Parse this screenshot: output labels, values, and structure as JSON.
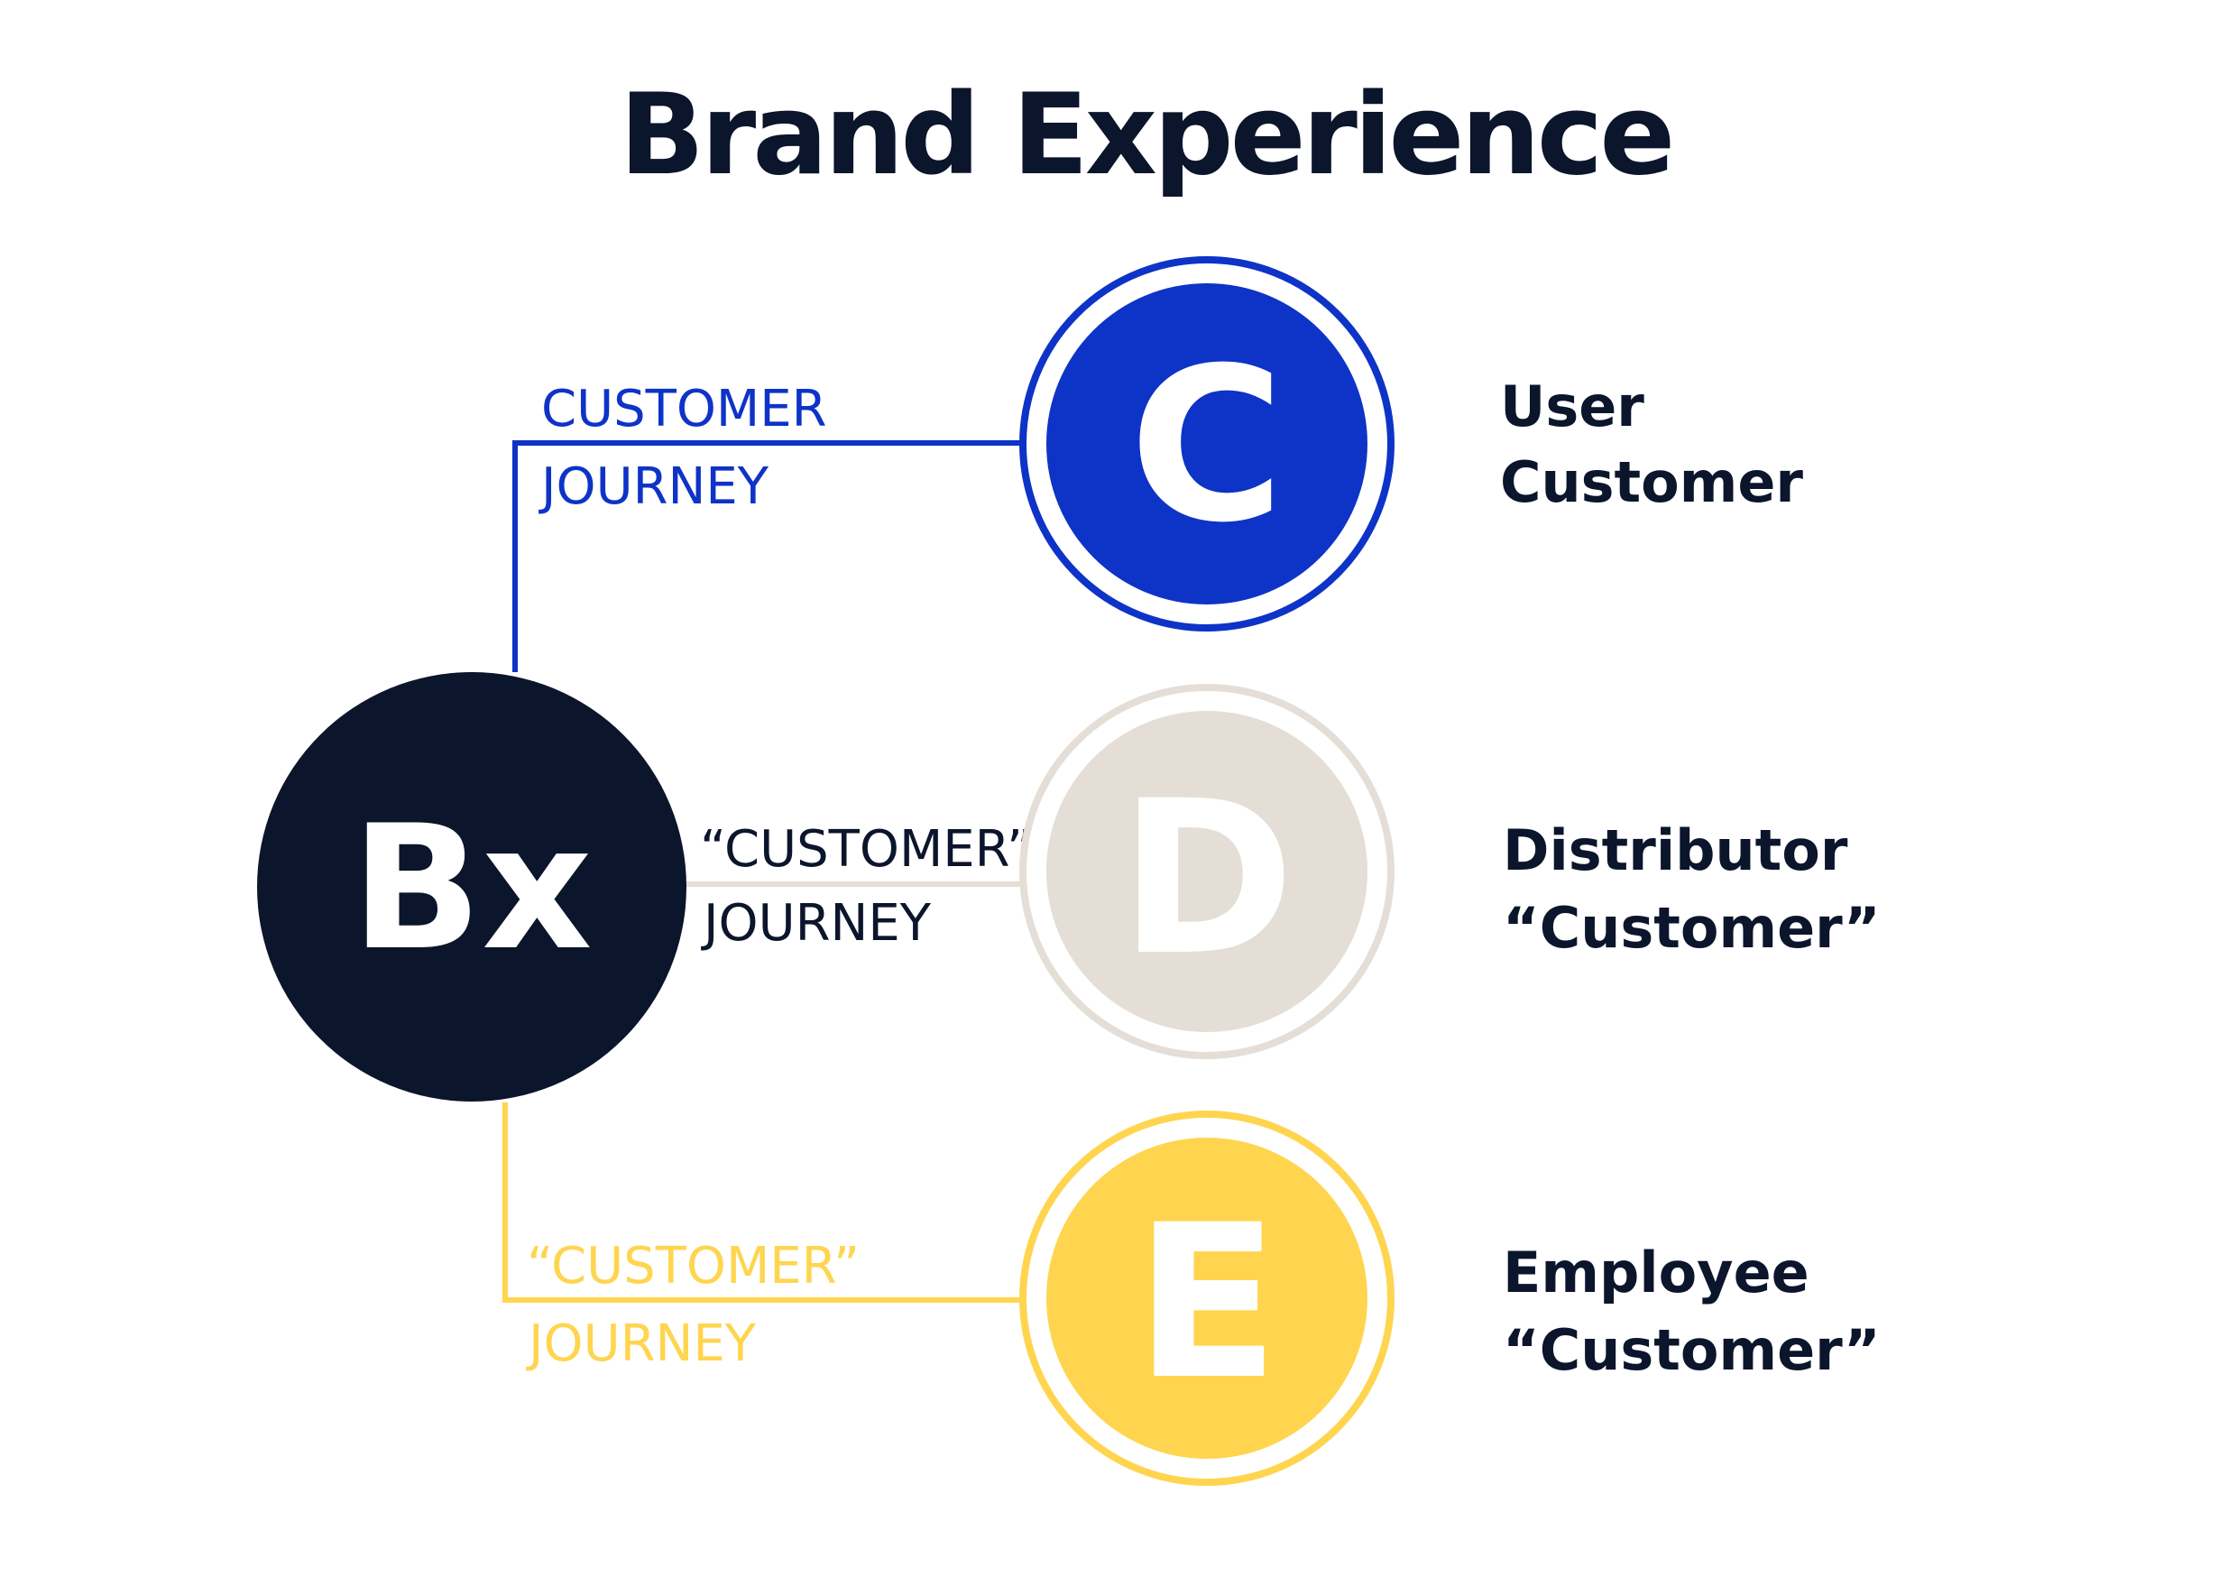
{
  "title": "Brand Experience",
  "colors": {
    "navy": "#0b152b",
    "blue": "#0e33c7",
    "beige": "#e4ded6",
    "yellow": "#ffd54f",
    "white": "#ffffff"
  },
  "hub": {
    "label": "Bx"
  },
  "branches": [
    {
      "id": "c",
      "letter": "C",
      "journey_line1": "CUSTOMER",
      "journey_line2": "JOURNEY",
      "label_line1": "User",
      "label_line2": "Customer"
    },
    {
      "id": "d",
      "letter": "D",
      "journey_line1": "“CUSTOMER”",
      "journey_line2": "JOURNEY",
      "label_line1": "Distributor",
      "label_line2": "“Customer”"
    },
    {
      "id": "e",
      "letter": "E",
      "journey_line1": "“CUSTOMER”",
      "journey_line2": "JOURNEY",
      "label_line1": "Employee",
      "label_line2": "“Customer”"
    }
  ]
}
